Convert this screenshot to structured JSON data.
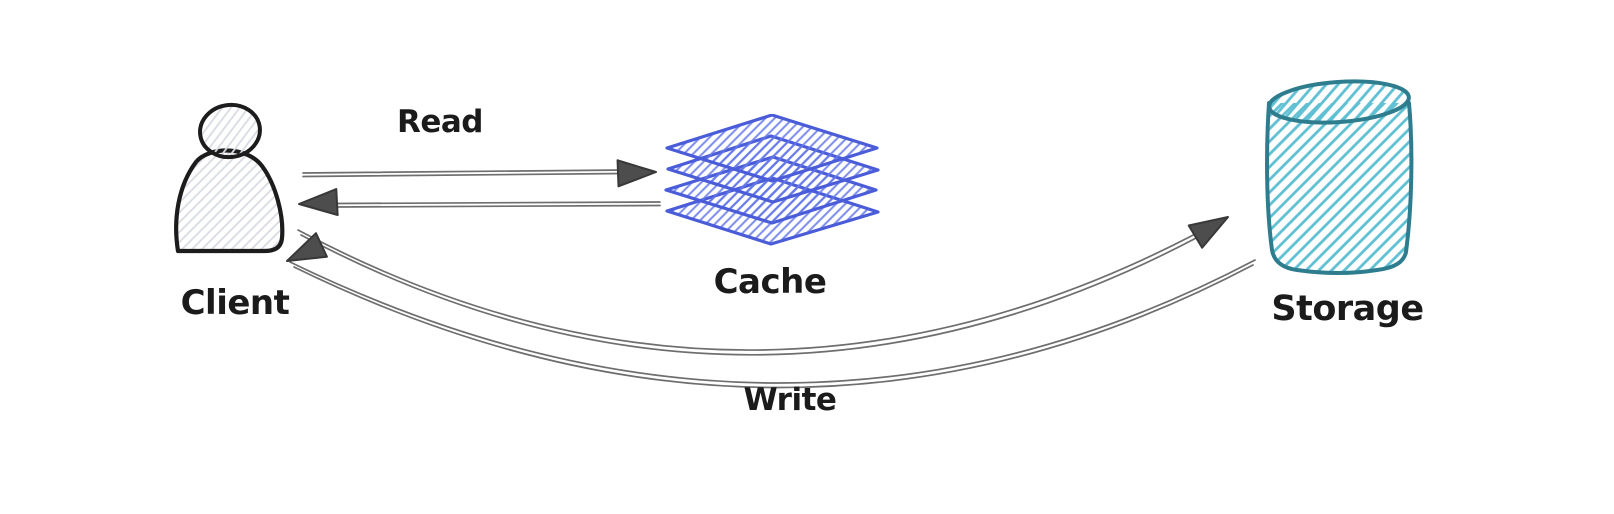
{
  "diagram": {
    "nodes": [
      {
        "id": "client",
        "label": "Client",
        "icon": "person-icon",
        "stroke_color": "#1c1c1c",
        "hatch_color": "#d8dbe1"
      },
      {
        "id": "cache",
        "label": "Cache",
        "icon": "cache-layers-icon",
        "stroke_color": "#4a5cd8",
        "hatch_color": "#6476e8"
      },
      {
        "id": "storage",
        "label": "Storage",
        "icon": "database-cylinder-icon",
        "stroke_color": "#2e7d8e",
        "hatch_color": "#5fc0d4"
      }
    ],
    "edges": [
      {
        "id": "read-request",
        "label": "Read",
        "from": "Client",
        "to": "Cache",
        "shape": "straight-arrow-right"
      },
      {
        "id": "read-response",
        "label": "",
        "from": "Cache",
        "to": "Client",
        "shape": "straight-arrow-left"
      },
      {
        "id": "write-request",
        "label": "Write",
        "from": "Client",
        "to": "Storage",
        "shape": "curved-arrow-up-right"
      },
      {
        "id": "write-response",
        "label": "",
        "from": "Storage",
        "to": "Client",
        "shape": "curved-arrow-up-left"
      }
    ],
    "colors": {
      "background": "#ffffff",
      "arrow_line": "#6e6e6e",
      "arrowhead_fill": "#4d4d4d",
      "arrowhead_edge": "#383838",
      "text": "#1b1b1b"
    }
  }
}
